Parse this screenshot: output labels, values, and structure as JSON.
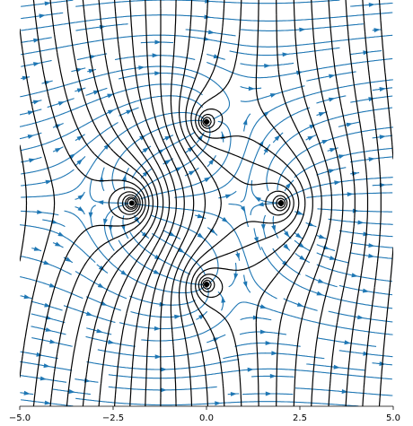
{
  "chart_data": {
    "type": "streamplot",
    "title": "",
    "xlabel": "",
    "ylabel": "",
    "xlim": [
      -5,
      5
    ],
    "ylim": [
      -5,
      5
    ],
    "grid": false,
    "xticks": [
      -5,
      -2.5,
      0,
      2.5,
      5
    ],
    "xtick_labels": [
      "−5.0",
      "−2.5",
      "0.0",
      "2.5",
      "5.0"
    ],
    "yticks_visible": false,
    "singularities": [
      {
        "x": -2,
        "y": 0,
        "strength": 1.5
      },
      {
        "x": 2,
        "y": 0,
        "strength": 1.0
      },
      {
        "x": 0,
        "y": 2,
        "strength": -1.0
      },
      {
        "x": 0,
        "y": -2,
        "strength": -1.0
      }
    ],
    "streamlines": {
      "color": "#1f77b4",
      "arrows": true
    },
    "contours": {
      "color": "#000000",
      "style": "dashed"
    }
  }
}
